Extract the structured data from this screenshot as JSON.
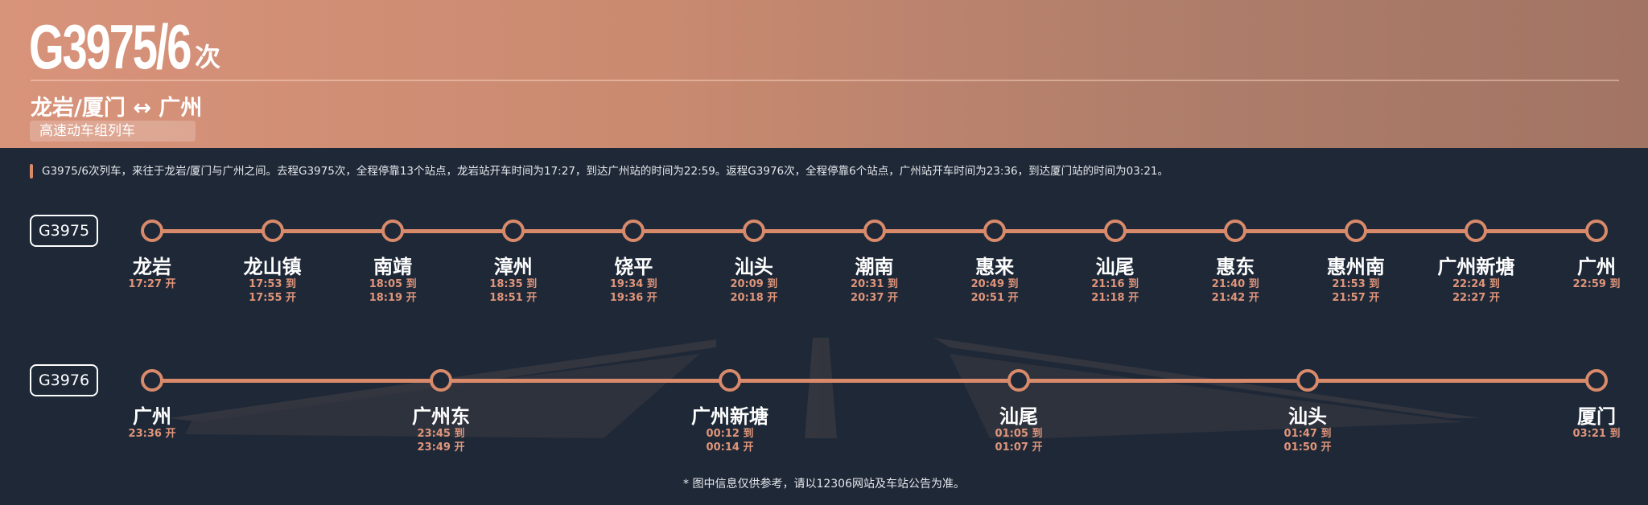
{
  "header": {
    "title": "G3975/6",
    "title_suffix": "次",
    "route": "龙岩/厦门 ↔ 广州",
    "badge": "高速动车组列车"
  },
  "description": "G3975/6次列车，来往于龙岩/厦门与广州之间。去程G3975次，全程停靠13个站点，龙岩站开车时间为17:27，到达广州站的时间为22:59。返程G3976次，全程停靠6个站点，广州站开车时间为23:36，到达厦门站的时间为03:21。",
  "colors": {
    "accent": "#d88a6a",
    "background": "#1e2837",
    "header_start": "#d8937b",
    "header_end": "#a27463"
  },
  "trains": [
    {
      "label": "G3975",
      "stops": [
        {
          "name": "龙岩",
          "times": [
            "17:27 开"
          ]
        },
        {
          "name": "龙山镇",
          "times": [
            "17:53 到",
            "17:55 开"
          ]
        },
        {
          "name": "南靖",
          "times": [
            "18:05 到",
            "18:19 开"
          ]
        },
        {
          "name": "漳州",
          "times": [
            "18:35 到",
            "18:51 开"
          ]
        },
        {
          "name": "饶平",
          "times": [
            "19:34 到",
            "19:36 开"
          ]
        },
        {
          "name": "汕头",
          "times": [
            "20:09 到",
            "20:18 开"
          ]
        },
        {
          "name": "潮南",
          "times": [
            "20:31 到",
            "20:37 开"
          ]
        },
        {
          "name": "惠来",
          "times": [
            "20:49 到",
            "20:51 开"
          ]
        },
        {
          "name": "汕尾",
          "times": [
            "21:16 到",
            "21:18 开"
          ]
        },
        {
          "name": "惠东",
          "times": [
            "21:40 到",
            "21:42 开"
          ]
        },
        {
          "name": "惠州南",
          "times": [
            "21:53 到",
            "21:57 开"
          ]
        },
        {
          "name": "广州新塘",
          "times": [
            "22:24 到",
            "22:27 开"
          ]
        },
        {
          "name": "广州",
          "times": [
            "22:59 到"
          ]
        }
      ]
    },
    {
      "label": "G3976",
      "stops": [
        {
          "name": "广州",
          "times": [
            "23:36 开"
          ]
        },
        {
          "name": "广州东",
          "times": [
            "23:45 到",
            "23:49 开"
          ]
        },
        {
          "name": "广州新塘",
          "times": [
            "00:12 到",
            "00:14 开"
          ]
        },
        {
          "name": "汕尾",
          "times": [
            "01:05 到",
            "01:07 开"
          ]
        },
        {
          "name": "汕头",
          "times": [
            "01:47 到",
            "01:50 开"
          ]
        },
        {
          "name": "厦门",
          "times": [
            "03:21 到"
          ]
        }
      ]
    }
  ],
  "footer": "* 图中信息仅供参考，请以12306网站及车站公告为准。"
}
